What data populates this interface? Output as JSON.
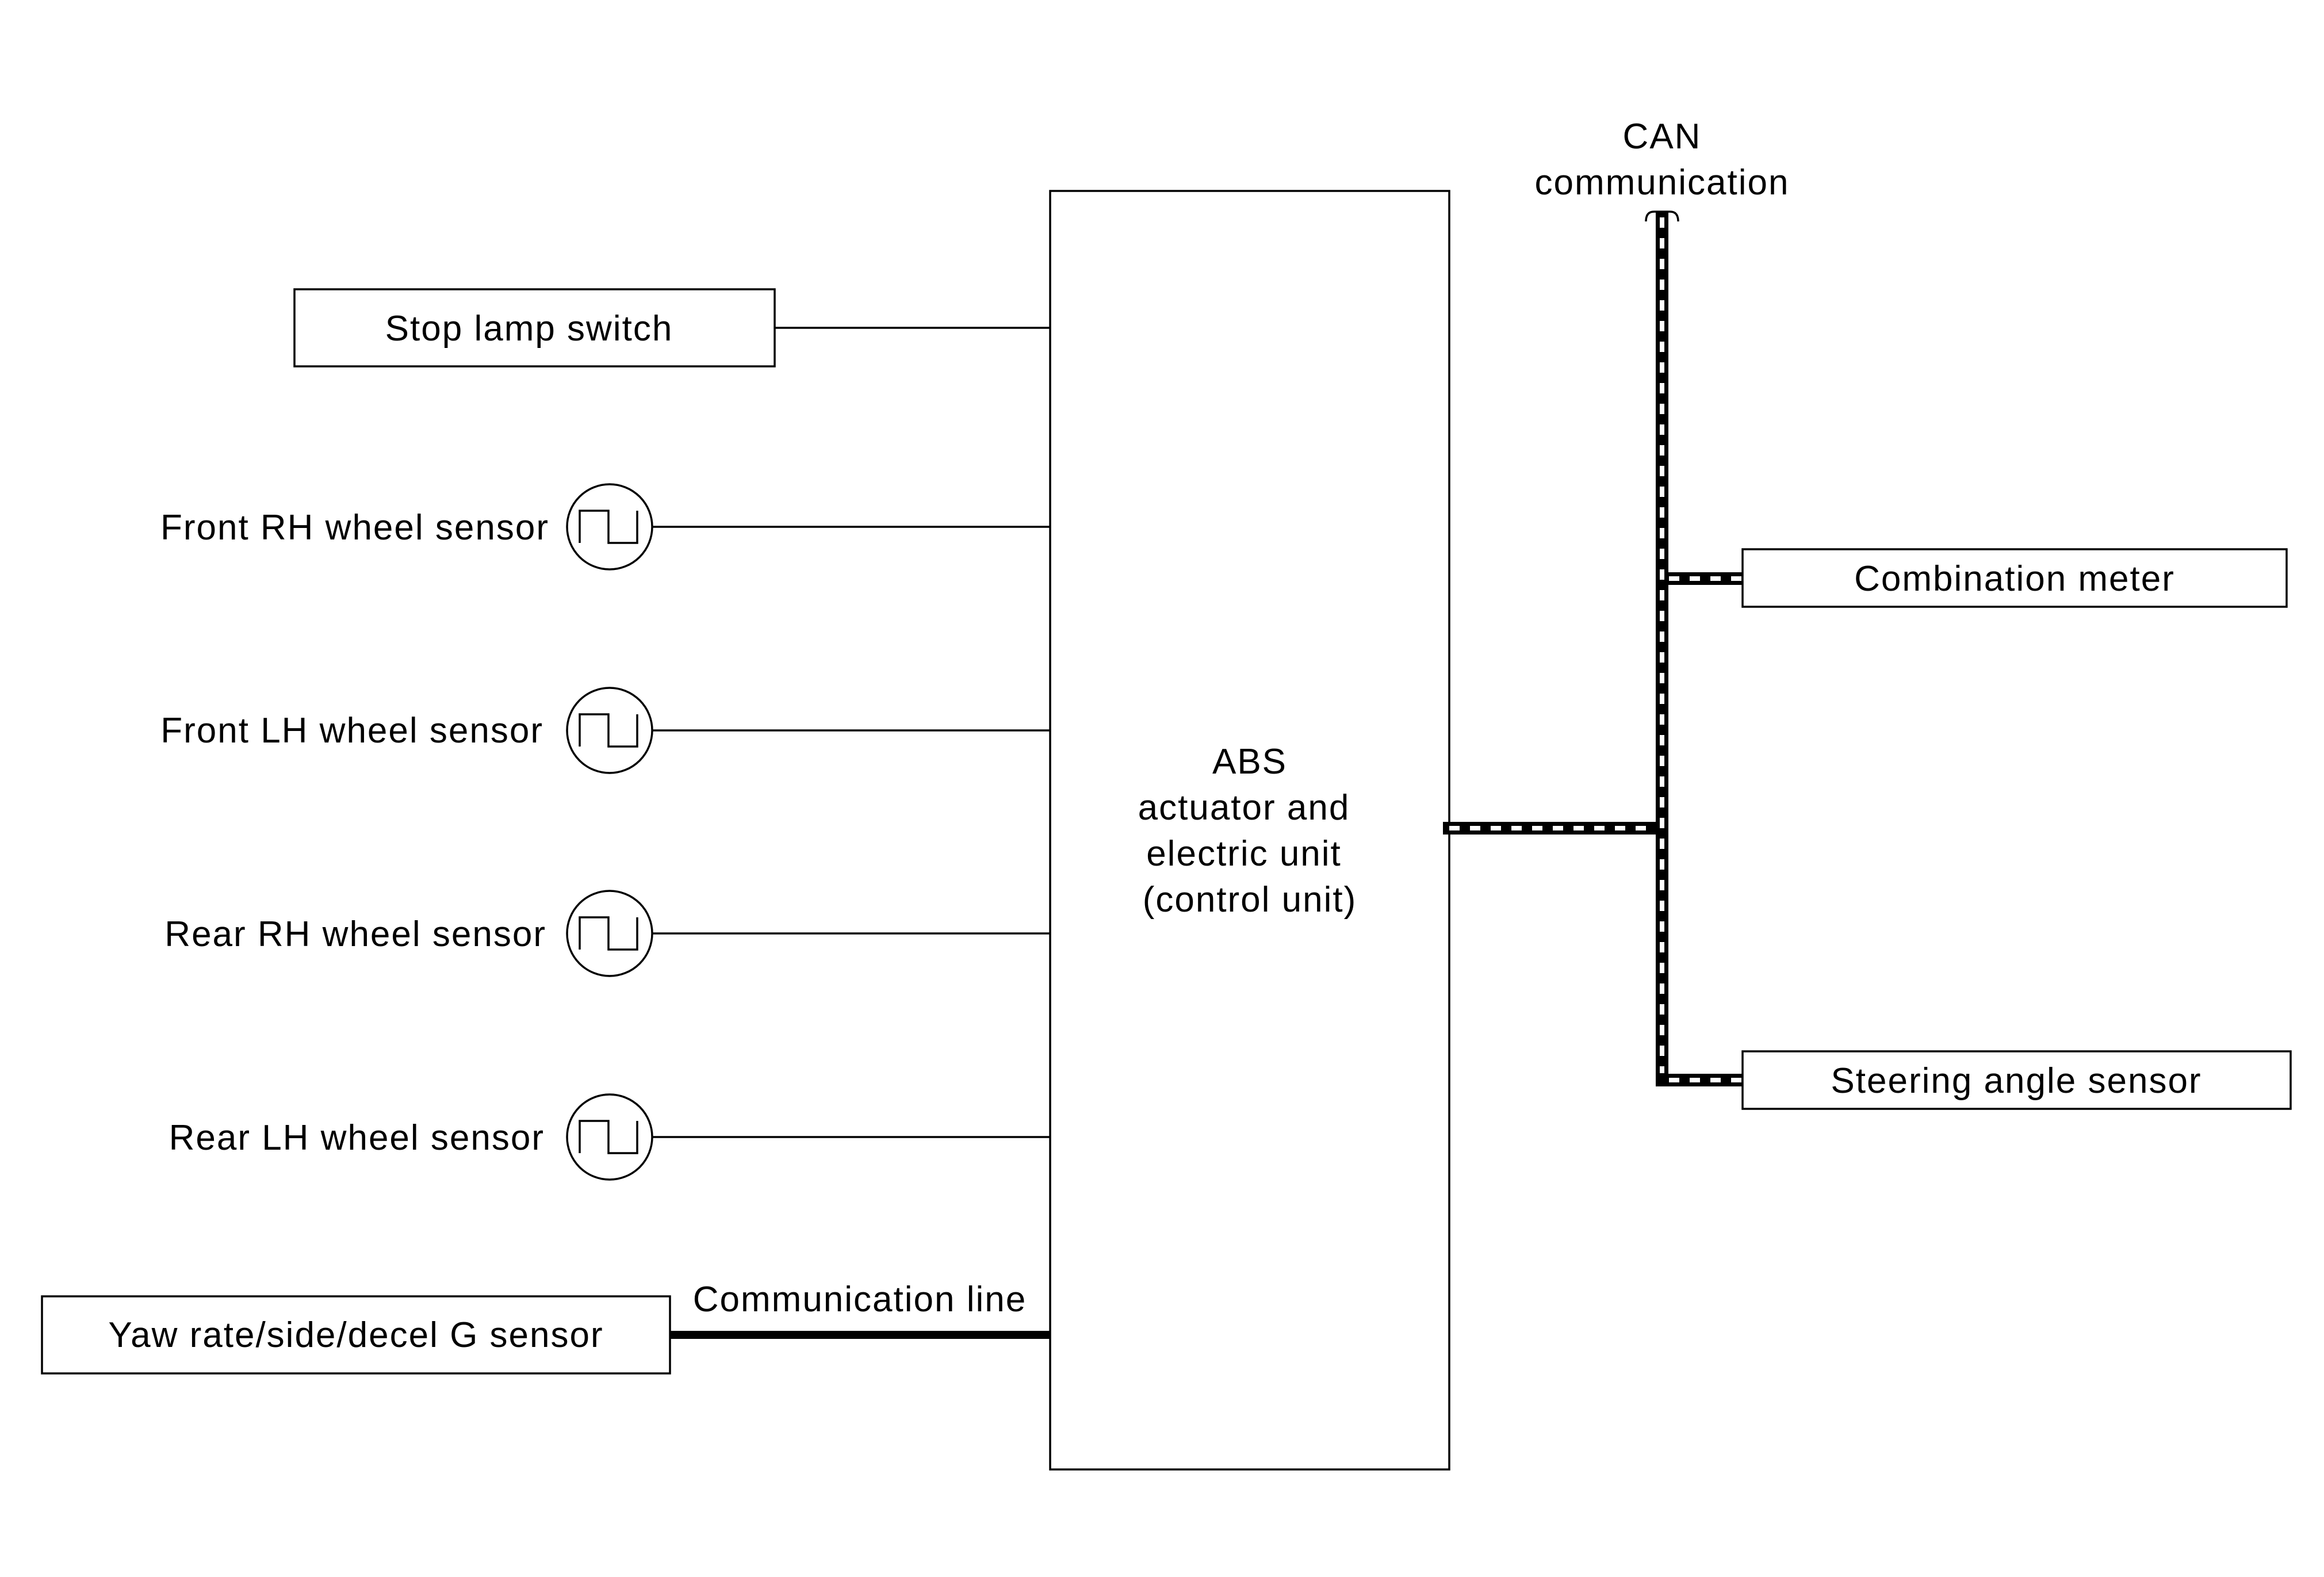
{
  "ecu": {
    "lines": [
      "ABS",
      "actuator and",
      "electric unit",
      "(control unit)"
    ]
  },
  "inputs": {
    "stop_lamp_switch": "Stop lamp switch",
    "wheel_sensors": [
      "Front RH wheel sensor",
      "Front LH wheel sensor",
      "Rear RH wheel sensor",
      "Rear LH wheel sensor"
    ],
    "yaw_sensor": "Yaw rate/side/decel G sensor",
    "communication_line": "Communication line"
  },
  "can": {
    "title_lines": [
      "CAN",
      "communication"
    ],
    "nodes": [
      "Combination meter",
      "Steering angle sensor"
    ]
  },
  "icons": {
    "wheel_sensor": "square-wave-pulse-icon"
  },
  "colors": {
    "line": "#000000",
    "background": "#ffffff"
  }
}
